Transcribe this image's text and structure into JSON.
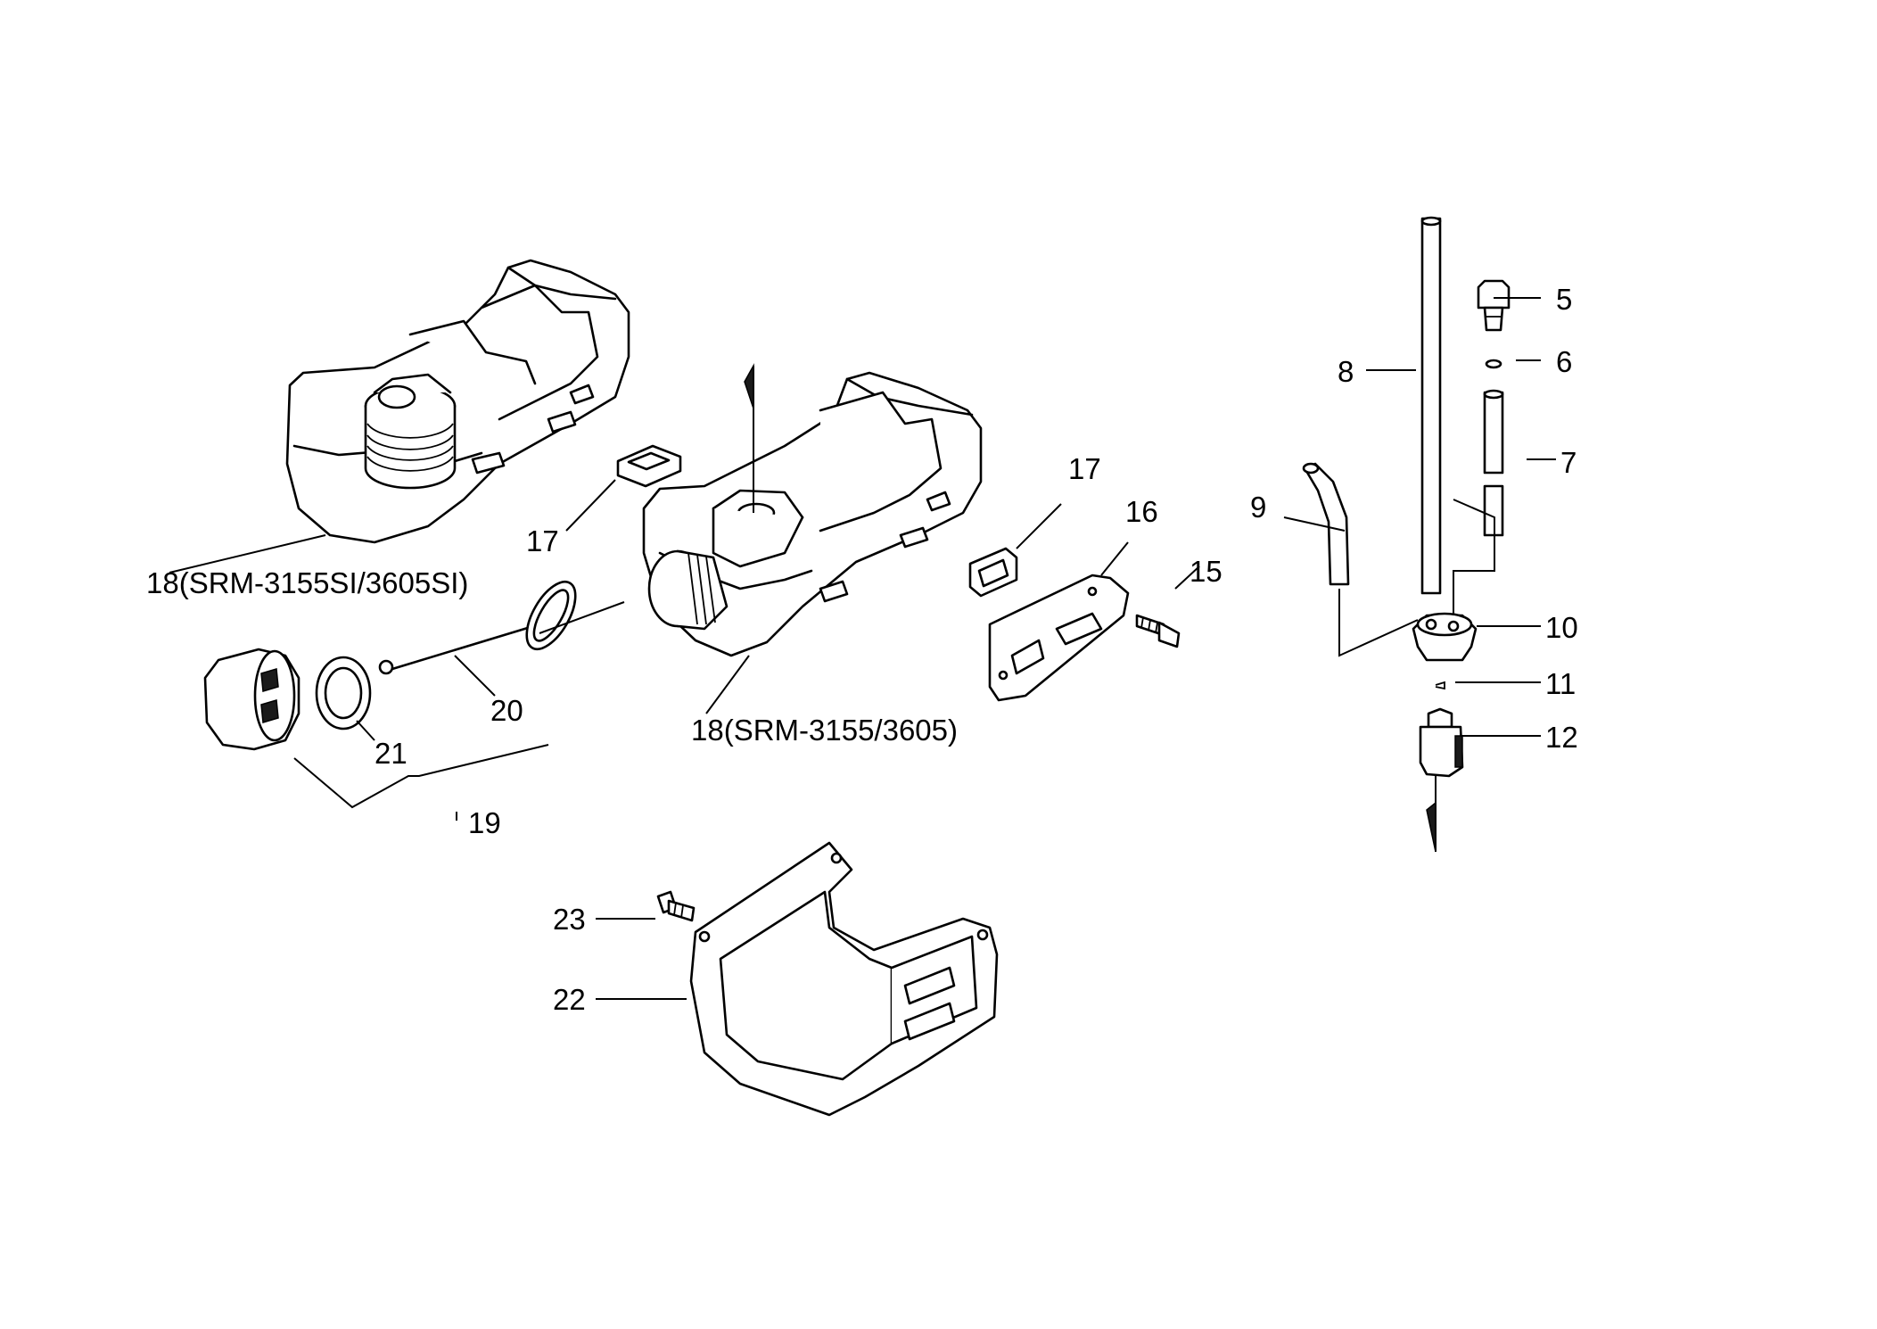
{
  "callouts": {
    "c5": "5",
    "c6": "6",
    "c7": "7",
    "c8": "8",
    "c9": "9",
    "c10": "10",
    "c11": "11",
    "c12": "12",
    "c15": "15",
    "c16": "16",
    "c17a": "17",
    "c17b": "17",
    "c18a": "18(SRM-3155SI/3605SI)",
    "c18b": "18(SRM-3155/3605)",
    "c19": "19",
    "c20": "20",
    "c21": "21",
    "c22": "22",
    "c23": "23"
  }
}
